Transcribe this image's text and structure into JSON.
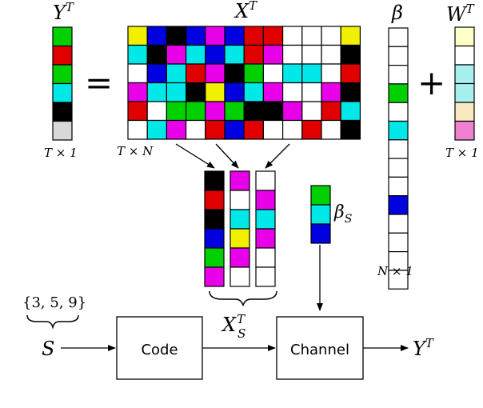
{
  "colors": {
    "G": "#00d000",
    "R": "#e00000",
    "K": "#000000",
    "C": "#00e8e8",
    "B": "#0000e0",
    "M": "#e800e8",
    "Y": "#f0f000",
    "W": "#ffffff",
    "L": "#d8d8d8",
    "P": "#ffffc8",
    "A": "#a8f0f0",
    "T": "#f8e8c0",
    "N": "#f080d0"
  },
  "labels": {
    "yt": "Y",
    "yt_sup": "T",
    "xt": "X",
    "xt_sup": "T",
    "beta": "β",
    "wt": "W",
    "wt_sup": "T",
    "equals": "=",
    "plus": "+",
    "t_by_1_left": "T × 1",
    "t_by_n": "T × N",
    "n_by_1": "N × 1",
    "t_by_1_right": "T × 1",
    "beta_s": "β",
    "beta_s_sub": "S",
    "xs": "X",
    "xs_sup": "T",
    "xs_sub": "S",
    "set": "{3, 5, 9}",
    "s": "S",
    "code": "Code",
    "channel": "Channel",
    "yt_out": "Y",
    "yt_out_sup": "T"
  },
  "y_vector": [
    "G",
    "R",
    "G",
    "C",
    "K",
    "L"
  ],
  "x_matrix": [
    [
      "Y",
      "B",
      "K",
      "B",
      "M",
      "B",
      "R",
      "R",
      "W",
      "W",
      "W",
      "Y"
    ],
    [
      "C",
      "K",
      "M",
      "C",
      "B",
      "C",
      "R",
      "M",
      "W",
      "W",
      "W",
      "K"
    ],
    [
      "W",
      "B",
      "C",
      "R",
      "M",
      "K",
      "G",
      "W",
      "C",
      "C",
      "W",
      "R"
    ],
    [
      "M",
      "C",
      "C",
      "K",
      "Y",
      "B",
      "C",
      "M",
      "W",
      "W",
      "M",
      "K"
    ],
    [
      "R",
      "W",
      "G",
      "G",
      "M",
      "G",
      "K",
      "K",
      "M",
      "W",
      "R",
      "C"
    ],
    [
      "W",
      "C",
      "M",
      "W",
      "R",
      "B",
      "R",
      "W",
      "W",
      "R",
      "W",
      "K"
    ]
  ],
  "beta_vector": [
    "W",
    "W",
    "W",
    "G",
    "W",
    "C",
    "W",
    "W",
    "W",
    "B",
    "W",
    "W",
    "W",
    "W"
  ],
  "w_vector": [
    "P",
    "W",
    "A",
    "A",
    "T",
    "N"
  ],
  "xs_columns": [
    [
      "K",
      "R",
      "K",
      "B",
      "G",
      "M"
    ],
    [
      "M",
      "W",
      "C",
      "Y",
      "M",
      "W"
    ],
    [
      "W",
      "M",
      "C",
      "M",
      "W",
      "W"
    ]
  ],
  "beta_s_vector": [
    "G",
    "C",
    "B"
  ]
}
